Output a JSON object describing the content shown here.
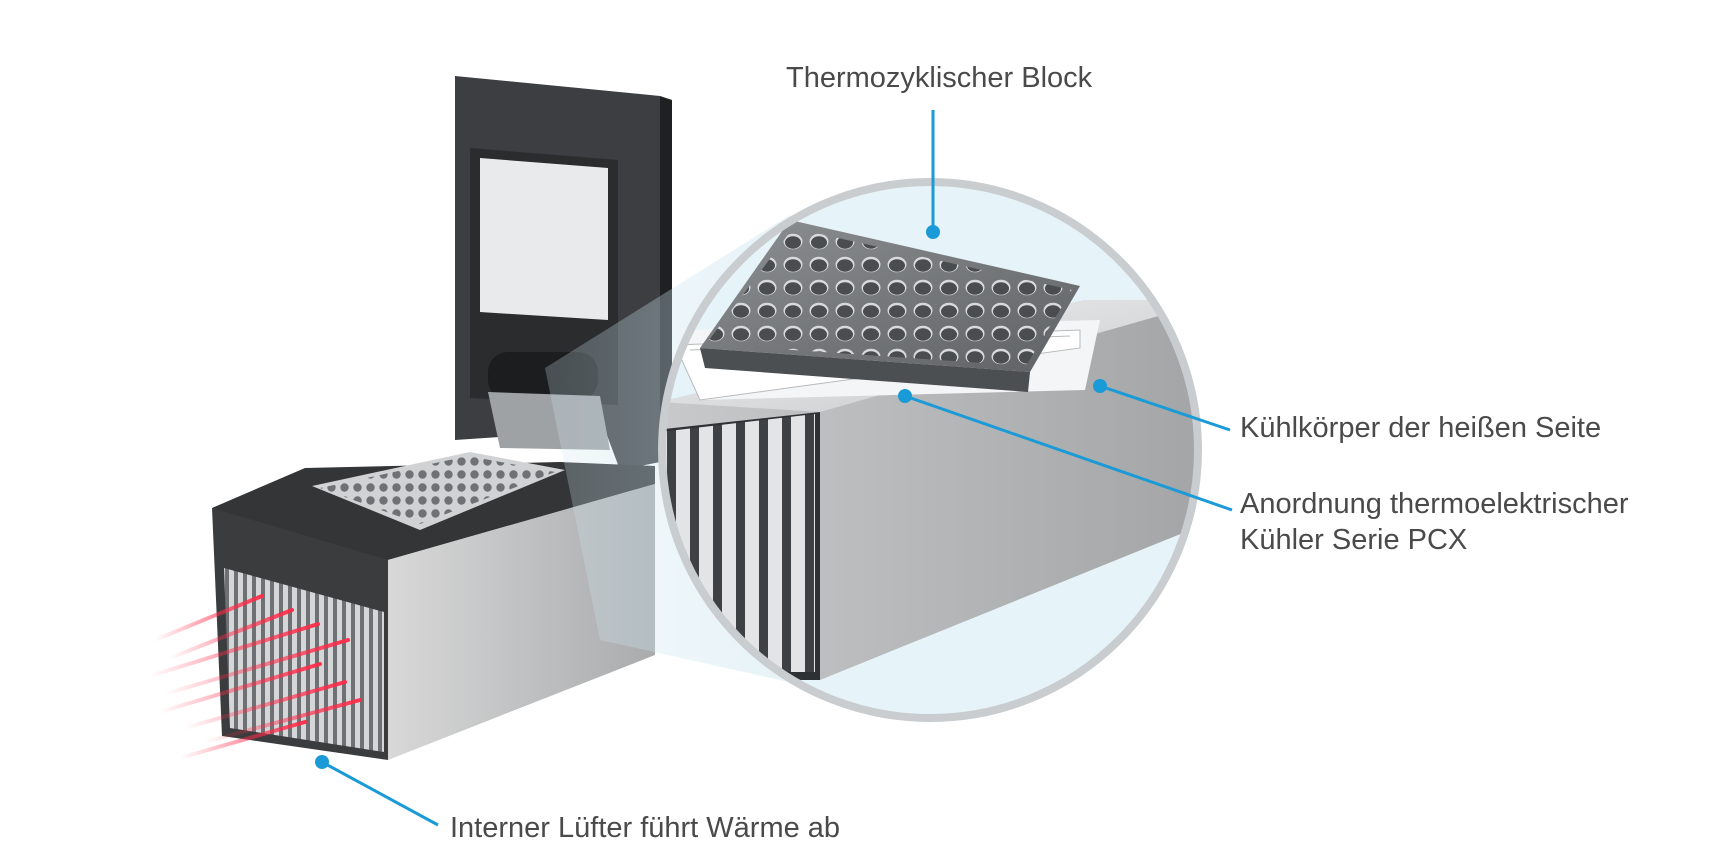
{
  "labels": {
    "thermal_block": "Thermozyklischer Block",
    "heat_sink": "Kühlkörper der heißen Seite",
    "tec_line1": "Anordnung thermoelektrischer",
    "tec_line2": "Kühler Serie PCX",
    "fan": "Interner Lüfter führt Wärme ab"
  },
  "colors": {
    "callout": "#1a9ad6",
    "heat_arrows": "#ff3b55",
    "lens_ring": "#c9cdd0",
    "text": "#4a4a4a"
  }
}
